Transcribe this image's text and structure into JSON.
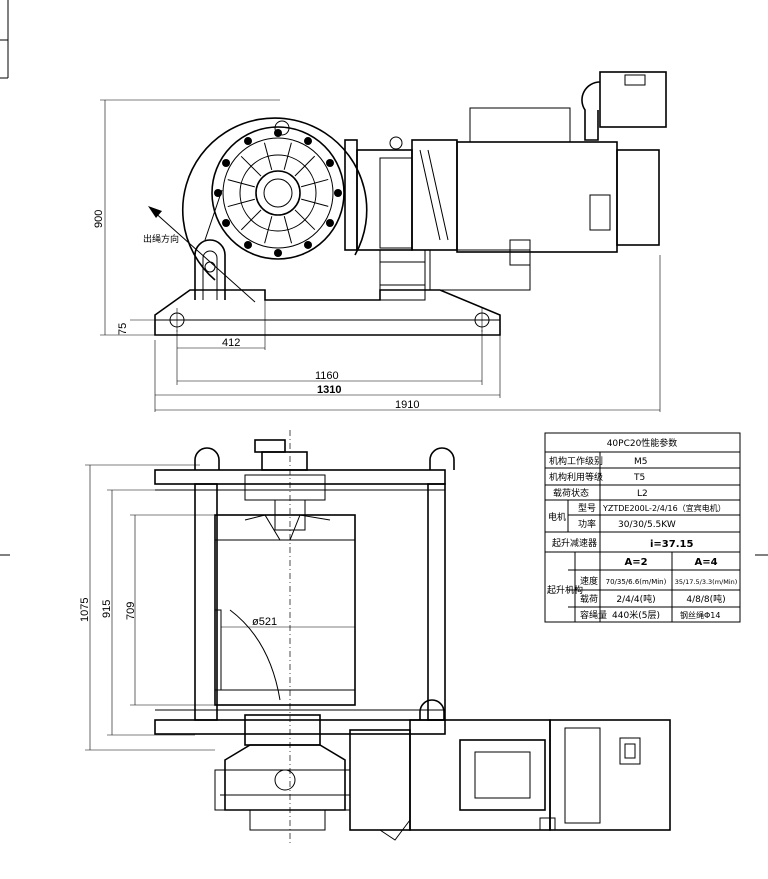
{
  "top_view": {
    "direction_label": "出绳方向",
    "dims": {
      "height": "900",
      "base_offset": "75",
      "d412": "412",
      "d1160": "1160",
      "d1310": "1310",
      "d1910": "1910"
    }
  },
  "bottom_view": {
    "dims": {
      "d1075": "1075",
      "d915": "915",
      "d709": "709",
      "drum_dia": "ø521"
    }
  },
  "spec_table": {
    "title": "40PC20性能参数",
    "rows": [
      {
        "label": "机构工作级别",
        "value": "M5"
      },
      {
        "label": "机构利用等级",
        "value": "T5"
      },
      {
        "label": "载荷状态",
        "value": "L2"
      }
    ],
    "motor": {
      "label": "电机",
      "model_label": "型号",
      "model_value": "YZTDE200L-2/4/16（宜宾电机）",
      "power_label": "功率",
      "power_value": "30/30/5.5KW"
    },
    "reducer": {
      "label": "起升减速器",
      "value": "i=37.15"
    },
    "hoist": {
      "label": "起升机构",
      "col_a2": "A=2",
      "col_a4": "A=4",
      "speed_label": "速度",
      "speed_a2": "70/35/6.6(m/Min)",
      "speed_a4": "35/17.5/3.3(m/Min)",
      "load_label": "载荷",
      "load_a2": "2/4/4(吨)",
      "load_a4": "4/8/8(吨)",
      "capacity_label": "容绳量",
      "capacity_a2": "440米(5层)",
      "capacity_a4": "钢丝绳Φ14"
    }
  }
}
